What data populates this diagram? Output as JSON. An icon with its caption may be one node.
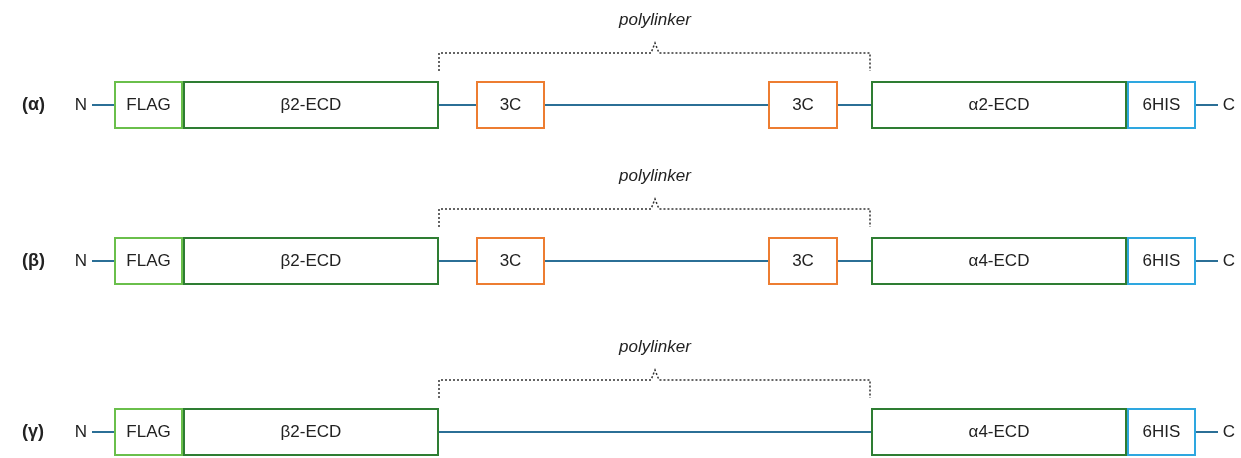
{
  "diagram": {
    "nodes": [
      {
        "text": [
          "N"
        ]
      },
      {
        "text": [
          "FLAG"
        ]
      },
      {
        "text": [
          "β2-ECD"
        ]
      },
      {
        "text": [
          "3C"
        ]
      },
      {
        "text": [
          "3C"
        ]
      },
      {
        "text": [
          "α2-ECD"
        ]
      },
      {
        "text": [
          "6HIS"
        ]
      },
      {
        "text": [
          "C"
        ]
      },
      {
        "text": [
          "N"
        ]
      },
      {
        "text": [
          "FLAG"
        ]
      },
      {
        "text": [
          "β2-ECD"
        ]
      },
      {
        "text": [
          "3C"
        ]
      },
      {
        "text": [
          "3C"
        ]
      },
      {
        "text": [
          "α4-ECD"
        ]
      },
      {
        "text": [
          "6HIS"
        ]
      },
      {
        "text": [
          "C"
        ]
      },
      {
        "text": [
          "N"
        ]
      },
      {
        "text": [
          "FLAG"
        ]
      },
      {
        "text": [
          "β2-ECD"
        ]
      },
      {
        "text": [
          "α4-ECD"
        ]
      },
      {
        "text": [
          "6HIS"
        ]
      },
      {
        "text": [
          "C"
        ]
      }
    ],
    "edges": [
      {
        "from": 0,
        "to": 1,
        "arrow": "none"
      },
      {
        "from": 2,
        "to": 3,
        "arrow": "none"
      },
      {
        "from": 3,
        "to": 4,
        "arrow": "none"
      },
      {
        "from": 4,
        "to": 5,
        "arrow": "none"
      },
      {
        "from": 6,
        "to": 7,
        "arrow": "none"
      },
      {
        "from": 8,
        "to": 9,
        "arrow": "none"
      },
      {
        "from": 10,
        "to": 11,
        "arrow": "none"
      },
      {
        "from": 11,
        "to": 12,
        "arrow": "none"
      },
      {
        "from": 12,
        "to": 13,
        "arrow": "none"
      },
      {
        "from": 14,
        "to": 15,
        "arrow": "none"
      },
      {
        "from": 16,
        "to": 17,
        "arrow": "none"
      },
      {
        "from": 18,
        "to": 19,
        "arrow": "none"
      },
      {
        "from": 20,
        "to": 21,
        "arrow": "none"
      }
    ],
    "labels": [
      "polylinker",
      "(α)",
      "polylinker",
      "(β)",
      "polylinker",
      "(γ)"
    ]
  }
}
